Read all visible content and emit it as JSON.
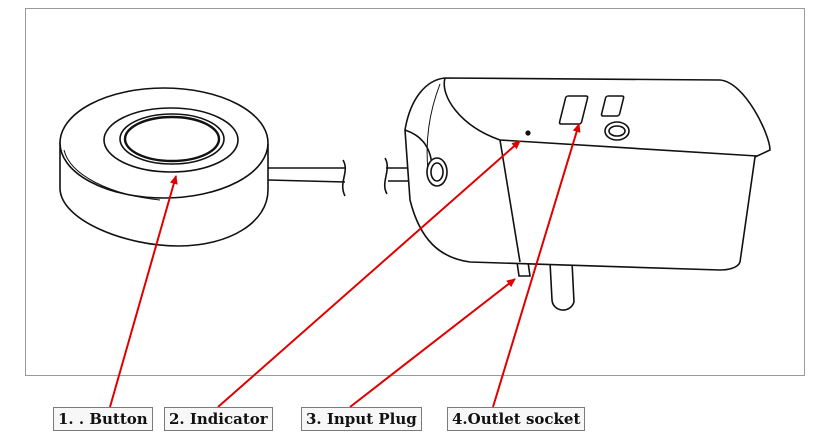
{
  "labels": [
    {
      "id": "button",
      "text": "1. . Button"
    },
    {
      "id": "indicator",
      "text": "2. Indicator"
    },
    {
      "id": "input-plug",
      "text": "3. Input Plug"
    },
    {
      "id": "outlet-socket",
      "text": "4.Outlet socket"
    }
  ],
  "colors": {
    "arrow": "#e00000",
    "line_art": "#111111",
    "frame_border": "#9a9a9a"
  }
}
